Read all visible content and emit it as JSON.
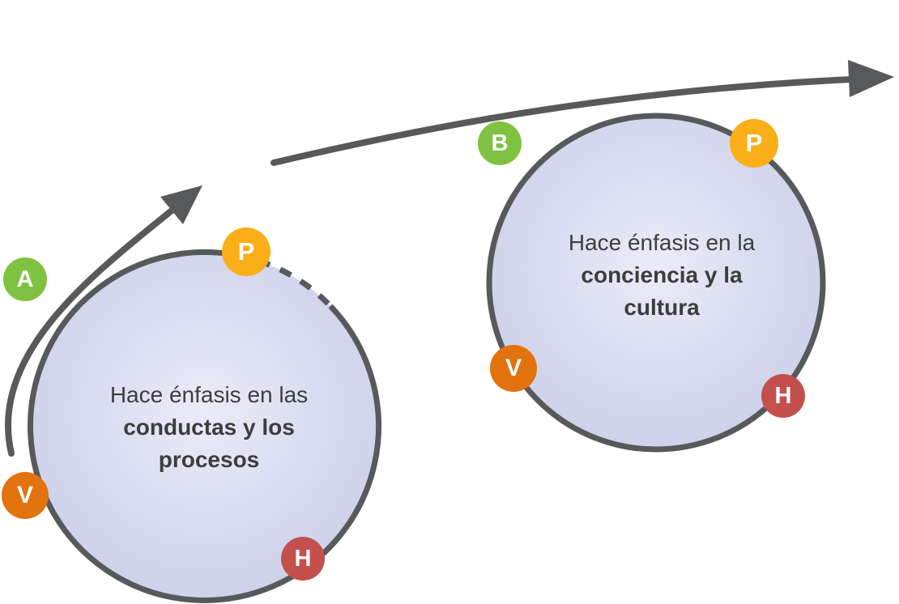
{
  "diagram": {
    "left_cycle": {
      "label": "A",
      "emphasis_normal": "Hace énfasis en las",
      "emphasis_bold": "conductas y los procesos",
      "badges": {
        "p": "P",
        "v": "V",
        "h": "H"
      }
    },
    "right_cycle": {
      "label": "B",
      "emphasis_normal": "Hace énfasis en la",
      "emphasis_bold": "conciencia y la cultura",
      "badges": {
        "p": "P",
        "v": "V",
        "h": "H"
      }
    },
    "colors": {
      "green": "#7FC241",
      "yellow": "#FAAE17",
      "orange": "#E2730F",
      "red": "#C4504D",
      "stroke_gray": "#58595B",
      "circle_edge": "#C3C8E5",
      "circle_center": "#EAECF8",
      "text": "#3D3D3D"
    }
  }
}
